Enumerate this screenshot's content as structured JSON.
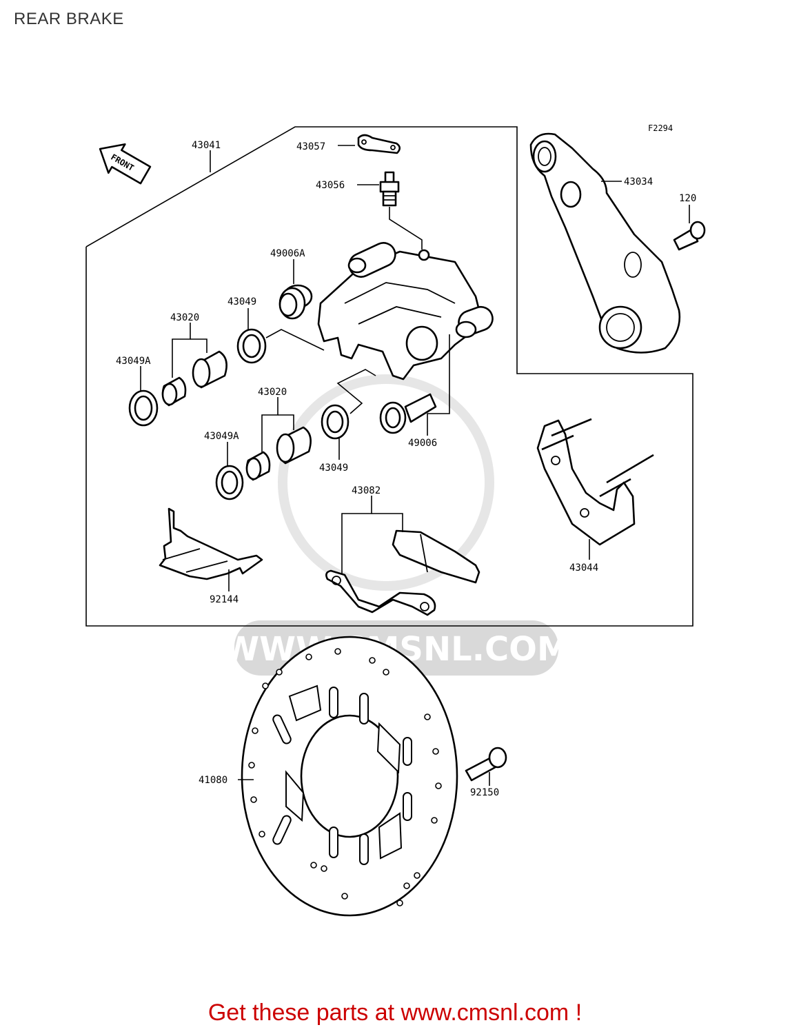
{
  "page": {
    "title": "REAR BRAKE",
    "figure_code": "F2294",
    "front_arrow_label": "FRONT",
    "watermark_text": "WWW.CMSNL.COM",
    "cta": "Get these parts at www.cmsnl.com !"
  },
  "parts": [
    {
      "id": "p43041",
      "number": "43041"
    },
    {
      "id": "p43057",
      "number": "43057"
    },
    {
      "id": "p43056",
      "number": "43056"
    },
    {
      "id": "p49006a",
      "number": "49006A"
    },
    {
      "id": "p43049_top",
      "number": "43049"
    },
    {
      "id": "p43020_top",
      "number": "43020"
    },
    {
      "id": "p43049a_top",
      "number": "43049A"
    },
    {
      "id": "p43020_bottom",
      "number": "43020"
    },
    {
      "id": "p43049a_bottom",
      "number": "43049A"
    },
    {
      "id": "p43049_bottom",
      "number": "43049"
    },
    {
      "id": "p49006",
      "number": "49006"
    },
    {
      "id": "p43082",
      "number": "43082"
    },
    {
      "id": "p92144",
      "number": "92144"
    },
    {
      "id": "p43034",
      "number": "43034"
    },
    {
      "id": "p120",
      "number": "120"
    },
    {
      "id": "p43044",
      "number": "43044"
    },
    {
      "id": "p41080",
      "number": "41080"
    },
    {
      "id": "p92150",
      "number": "92150"
    }
  ],
  "colors": {
    "cta": "#cc0000",
    "title": "#333333",
    "watermark": "#d9d9d9",
    "line": "#000000"
  }
}
